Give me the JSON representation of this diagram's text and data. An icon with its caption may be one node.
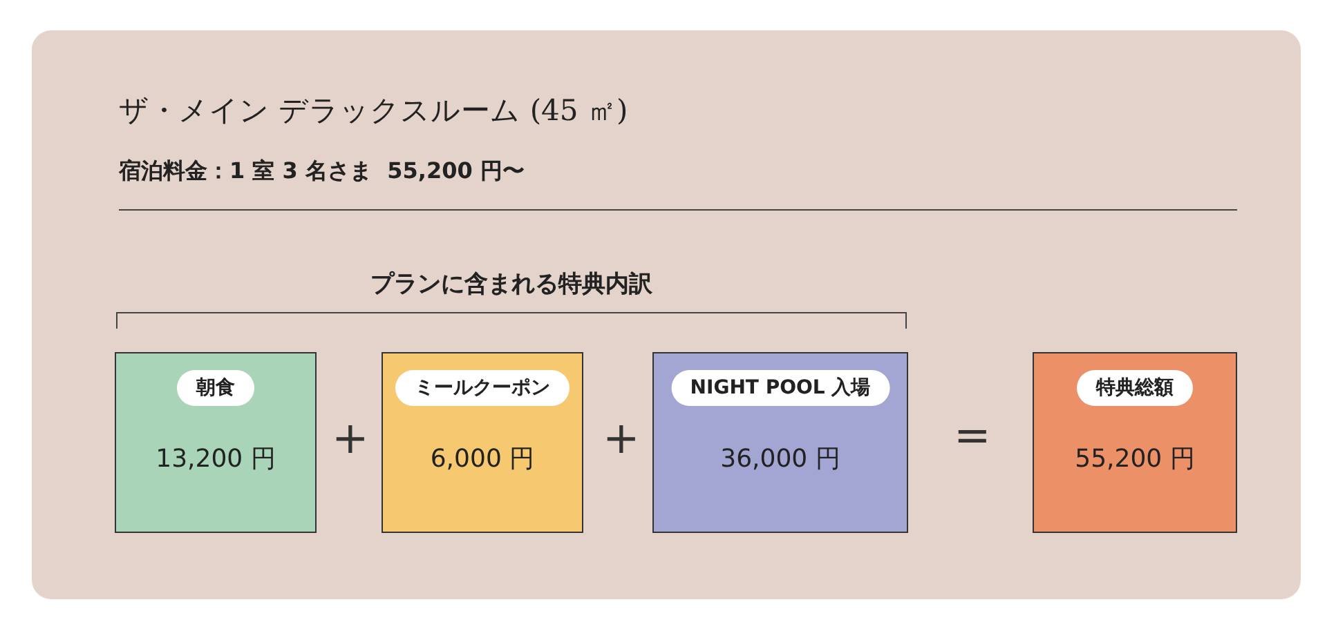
{
  "diagram": {
    "title": "ザ・メイン デラックスルーム (45 ㎡)",
    "nodes": [
      {
        "text": [
          "朝食",
          "13,200 円"
        ]
      },
      {
        "text": [
          "ミールクーポン",
          "6,000 円"
        ]
      },
      {
        "text": [
          "NIGHT POOL 入場",
          "36,000 円"
        ]
      },
      {
        "text": [
          "特典総額",
          "55,200 円"
        ]
      }
    ],
    "edges": [],
    "labels": [
      "宿泊料金：1 室 3 名さま  55,200 円〜",
      "プランに含まれる特典内訳",
      "+",
      "+",
      "="
    ]
  }
}
